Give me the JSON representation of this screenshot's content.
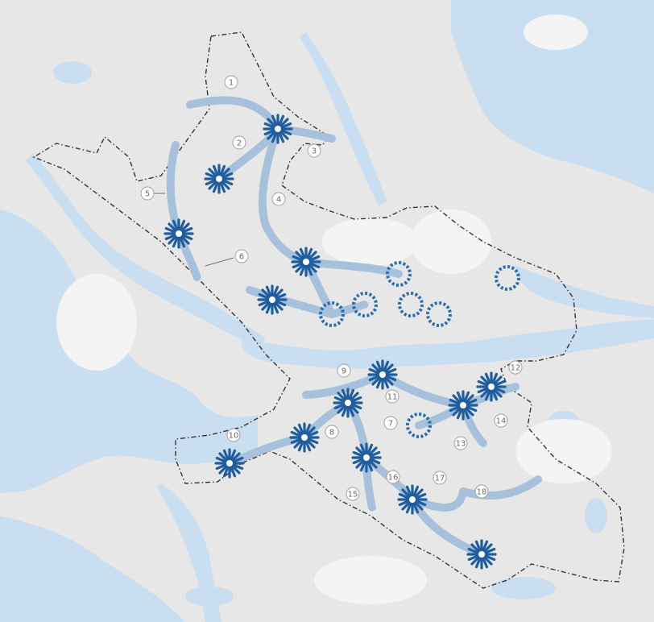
{
  "map": {
    "colors": {
      "background": "#ffffff",
      "water": "#c9def0",
      "built_area": "#d9d9d9",
      "district_boundary": "#333333",
      "node_primary": "#1f5d9f",
      "node_secondary": "#2b6cb0",
      "corridor": "#a7c0dc",
      "label_circle_fill": "#ffffff",
      "label_circle_stroke": "#9a9a9a",
      "label_text": "#6b6b6b"
    },
    "icons": {
      "primary_node": "starburst-node-icon",
      "secondary_node": "dashed-ring-node-icon"
    },
    "labels": [
      "1",
      "2",
      "3",
      "4",
      "5",
      "6",
      "8",
      "9",
      "10",
      "11",
      "12",
      "13",
      "14",
      "15",
      "16",
      "17",
      "18",
      "7"
    ]
  }
}
